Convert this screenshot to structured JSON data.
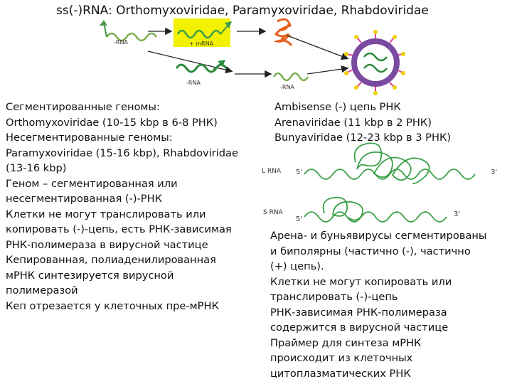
{
  "title": "ss(-)RNA: Orthomyxoviridae, Paramyxoviridae, Rhabdoviridae",
  "diagram_labels": {
    "rna_minus_1": "-RNA",
    "mrna_plus": "+ mRNA",
    "rna_minus_2": "-RNA",
    "rna_minus_3": "-RNA"
  },
  "ambisense_labels": {
    "l_rna": "L RNA",
    "s_rna": "S RNA",
    "five_prime_1": "5'",
    "three_prime_1": "3'",
    "five_prime_2": "5'",
    "three_prime_2": "3'"
  },
  "left_text": [
    "Сегментированные геномы:",
    "Orthomyxoviridae (10-15 kbp в 6-8 РНК)",
    "Несегментированные геномы:",
    "Paramyxoviridae (15-16 kbp), Rhabdoviridae",
    "(13-16 kbp)",
    "Геном – сегментированная или",
    "несегментированная (-)-РНК",
    "Клетки не могут транслировать или",
    "копировать (-)-цепь, есть РНК-зависимая",
    "РНК-полимераза в вирусной частице",
    "Кепированная, полиаденилированная",
    "мРНК синтезируется вирусной",
    "полимеразой",
    "Кеп отрезается у клеточных пре-мРНК"
  ],
  "right_top_text": [
    "Ambisense (-) цепь РНК",
    "Arenaviridae (11 kbp в 2 РНК)",
    "Bunyaviridae (12-23 kbp в 3 РНК)"
  ],
  "right_bottom_text": [
    "Арена- и буньявирусы сегментированы",
    "и биполярны (частично (-), частично",
    "(+) цепь).",
    "Клетки не могут копировать или",
    "транслировать (-)-цепь",
    "РНК-зависимая РНК-полимераза",
    "содержится в вирусной частице",
    "Праймер для синтеза мРНК",
    "происходит из клеточных",
    "цитоплазматических РНК"
  ],
  "colors": {
    "rna_green": "#3aa048",
    "mrna_box": "#f2f200",
    "protein_orange": "#e8601c",
    "virion_purple": "#7a4aa0"
  }
}
